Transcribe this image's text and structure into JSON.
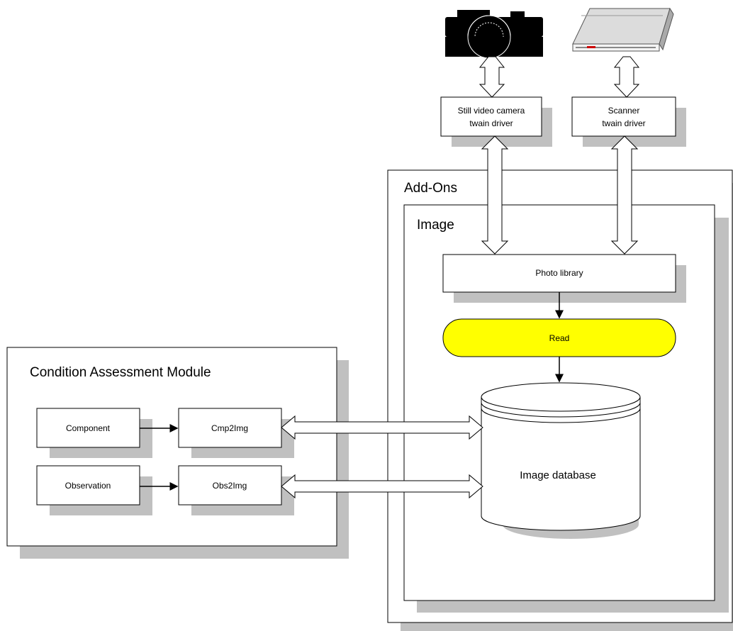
{
  "containers": {
    "addons_title": "Add-Ons",
    "image_title": "Image",
    "cam_title": "Condition Assessment Module"
  },
  "devices": {
    "camera_driver_line1": "Still video camera",
    "camera_driver_line2": "twain driver",
    "scanner_driver_line1": "Scanner",
    "scanner_driver_line2": "twain driver",
    "camera_icon": "camera-icon",
    "scanner_icon": "scanner-icon"
  },
  "image_module": {
    "photo_library": "Photo library",
    "read": "Read",
    "image_database": "Image database"
  },
  "cam_module": {
    "component": "Component",
    "cmp2img": "Cmp2Img",
    "observation": "Observation",
    "obs2img": "Obs2Img"
  },
  "colors": {
    "read_fill": "#ffff00",
    "shadow": "#c0c0c0"
  }
}
